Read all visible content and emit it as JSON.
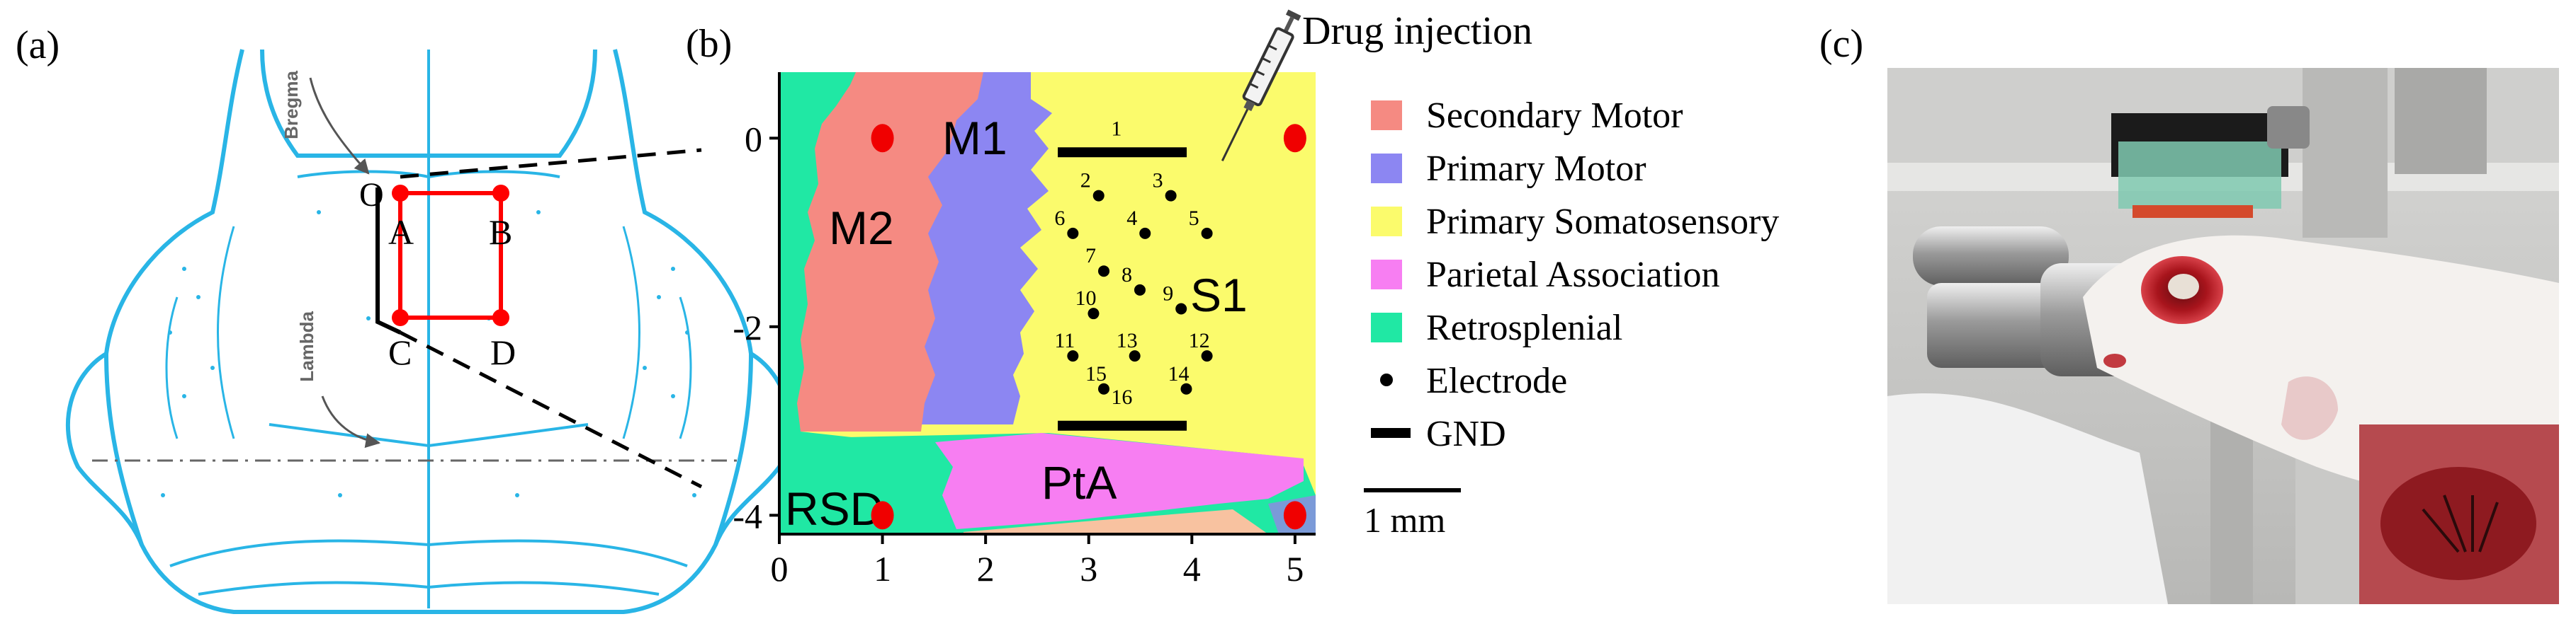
{
  "panels": {
    "a": "(a)",
    "b": "(b)",
    "c": "(c)"
  },
  "skull": {
    "bregma": "Bregma",
    "lambda": "Lambda",
    "origin": "O",
    "corner_a": "A",
    "corner_b": "B",
    "corner_c": "C",
    "corner_d": "D"
  },
  "map": {
    "regions": {
      "m2": "M2",
      "m1": "M1",
      "s1": "S1",
      "pta": "PtA",
      "rsd": "RSD"
    },
    "electrodes": [
      {
        "n": "1",
        "x": 3.3,
        "y": 0.0
      },
      {
        "n": "2",
        "x": 3.0,
        "y": -0.55
      },
      {
        "n": "3",
        "x": 3.7,
        "y": -0.55
      },
      {
        "n": "4",
        "x": 3.45,
        "y": -0.95
      },
      {
        "n": "5",
        "x": 4.05,
        "y": -0.95
      },
      {
        "n": "6",
        "x": 2.75,
        "y": -0.95
      },
      {
        "n": "7",
        "x": 3.05,
        "y": -1.35
      },
      {
        "n": "8",
        "x": 3.4,
        "y": -1.55
      },
      {
        "n": "9",
        "x": 3.8,
        "y": -1.75
      },
      {
        "n": "10",
        "x": 2.95,
        "y": -1.8
      },
      {
        "n": "11",
        "x": 2.75,
        "y": -2.25
      },
      {
        "n": "12",
        "x": 4.05,
        "y": -2.25
      },
      {
        "n": "13",
        "x": 3.35,
        "y": -2.25
      },
      {
        "n": "14",
        "x": 3.85,
        "y": -2.6
      },
      {
        "n": "15",
        "x": 3.05,
        "y": -2.6
      },
      {
        "n": "16",
        "x": 3.3,
        "y": -2.85
      }
    ],
    "gnd_bars": [
      {
        "x1": 2.7,
        "x2": 3.95,
        "y": -0.15
      },
      {
        "x1": 2.7,
        "x2": 3.95,
        "y": -3.05
      }
    ],
    "screws": [
      {
        "x": 1.0,
        "y": 0.0
      },
      {
        "x": 5.0,
        "y": 0.0
      },
      {
        "x": 1.0,
        "y": -4.0
      },
      {
        "x": 5.0,
        "y": -4.0
      }
    ],
    "drug_label": "Drug injection",
    "scale_label": "1 mm",
    "colors": {
      "secondary_motor": "#f58a82",
      "primary_motor": "#8c86f2",
      "primary_somatosensory": "#fbfb6c",
      "parietal_association": "#f77ef2",
      "retrosplenial": "#20e8a4",
      "extra_orange": "#f8c2a0",
      "extra_blue": "#7b9ad8",
      "screw": "#f00000"
    }
  },
  "chart_data": {
    "type": "scatter",
    "title": "",
    "xlabel": "",
    "ylabel": "",
    "xlim": [
      0,
      5.2
    ],
    "ylim": [
      -4.2,
      0.7
    ],
    "x_ticks": [
      "0",
      "1",
      "2",
      "3",
      "4",
      "5"
    ],
    "y_ticks": [
      "0",
      "-2",
      "-4"
    ]
  },
  "legend": [
    {
      "label": "Secondary Motor",
      "kind": "swatch",
      "color": "#f58a82"
    },
    {
      "label": "Primary Motor",
      "kind": "swatch",
      "color": "#8c86f2"
    },
    {
      "label": "Primary Somatosensory",
      "kind": "swatch",
      "color": "#fbfb6c"
    },
    {
      "label": "Parietal Association",
      "kind": "swatch",
      "color": "#f77ef2"
    },
    {
      "label": "Retrosplenial",
      "kind": "swatch",
      "color": "#20e8a4"
    },
    {
      "label": "Electrode",
      "kind": "dot",
      "color": "#000000"
    },
    {
      "label": "GND",
      "kind": "bar",
      "color": "#000000"
    }
  ]
}
